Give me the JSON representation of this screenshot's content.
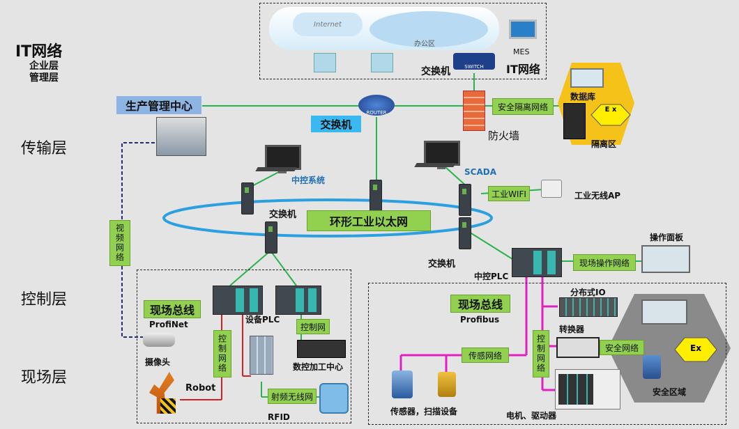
{
  "layers": {
    "it": "IT网络",
    "it_sub1": "企业层",
    "it_sub2": "管理层",
    "transport": "传输层",
    "control": "控制层",
    "field": "现场层"
  },
  "top": {
    "internet": "Internet",
    "office": "办公区",
    "switch": "交换机",
    "router_sw_text": "SWITCH",
    "mes": "MES",
    "it_network": "IT网络"
  },
  "center": {
    "production_center": "生产管理中心",
    "router_text": "ROUTER",
    "switch_core": "交换机",
    "security_net": "安全隔离网络",
    "firewall": "防火墙",
    "database": "数据库",
    "isolation": "隔离区",
    "ex": "E x",
    "video_net": "视频网络",
    "central_ctrl": "中控系统",
    "scada": "SCADA",
    "wifi": "工业WIFI",
    "wireless_ap": "工业无线AP",
    "ring": "环形工业以太网",
    "ring_switch": "交换机",
    "right_switch": "交换机"
  },
  "left_field": {
    "fieldbus": "现场总线",
    "profinet": "ProfiNet",
    "device_plc": "设备PLC",
    "ctrl_net": "控制网",
    "ctrl_network_v": "控制网络",
    "camera": "摄像头",
    "robot": "Robot",
    "cnc": "数控加工中心",
    "rf_net": "射频无线网",
    "rfid": "RFID"
  },
  "right_field": {
    "central_plc": "中控PLC",
    "field_op_net": "现场操作网络",
    "op_panel": "操作面板",
    "fieldbus": "现场总线",
    "profibus": "Profibus",
    "distributed_io": "分布式IO",
    "converter": "转换器",
    "sensor_net": "传感网络",
    "ctrl_network_v": "控制网络",
    "safety_net": "安全网络",
    "ex": "Ex",
    "safety_zone": "安全区域",
    "sensors": "传感器，扫描设备",
    "motors": "电机、驱动器"
  },
  "colors": {
    "green_line": "#29b34a",
    "magenta": "#e020c0",
    "red_line": "#d42020",
    "navy_dash": "#1f2f7a",
    "ring": "#2aa0e0",
    "label_green": "#92d050",
    "tag_blue": "#8eb4e3",
    "hex_yellow": "#f5c21a",
    "hex_gray": "#8a8a8a"
  }
}
